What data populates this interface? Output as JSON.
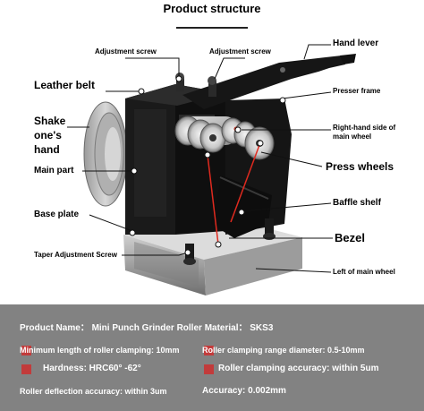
{
  "title": "Product structure",
  "labels": {
    "adjustment_screw_1": "Adjustment screw",
    "adjustment_screw_2": "Adjustment screw",
    "hand_lever": "Hand lever",
    "leather_belt": "Leather belt",
    "presser_frame": "Presser frame",
    "shake_ones_hand": [
      "Shake",
      "one's",
      "hand"
    ],
    "right_hand_wheel": [
      "Right-hand side of",
      "main wheel"
    ],
    "main_part": "Main part",
    "press_wheels": "Press wheels",
    "baffle_shelf": "Baffle shelf",
    "base_plate": "Base plate",
    "bezel": "Bezel",
    "taper_adjustment_screw": "Taper Adjustment Screw",
    "left_main_wheel": "Left of main wheel"
  },
  "specs": {
    "product_name": "Product Name： Mini Punch Grinder Roller Material： SKS3",
    "min_length": "Minimum length of roller clamping: 10mm",
    "clamping_range": "Roller clamping range diameter: 0.5-10mm",
    "hardness": "Hardness: HRC60° -62°",
    "clamping_accuracy": "Roller clamping accuracy: within 5um",
    "deflection": "Roller deflection accuracy: within 3um",
    "accuracy": "Accuracy: 0.002mm"
  },
  "colors": {
    "panel_bg": "#828282",
    "bullet": "#c23b3b",
    "pointer": "#e02a1f"
  }
}
